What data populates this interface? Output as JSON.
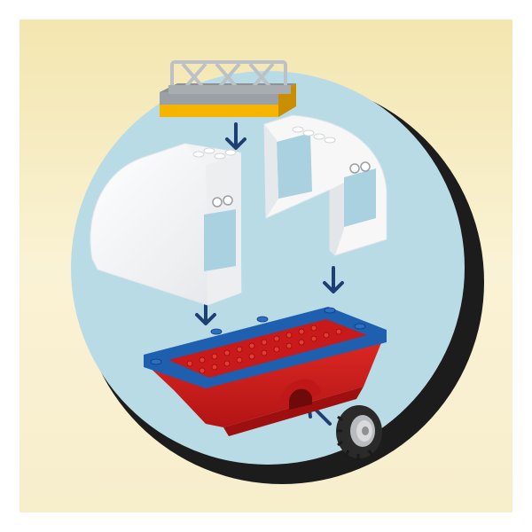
{
  "image": {
    "kind": "product-assembly-illustration",
    "colors": {
      "frame": "#ffffff",
      "backdrop_light": "#faf2d4",
      "backdrop_warm": "#f3e6b0",
      "circle_fill": "#b9dbe6",
      "circle_shadow": "#1c1c1c",
      "arrow": "#1e3f73",
      "shell_white": "#f7f7f7",
      "shell_shade": "#d9dde0",
      "window_blue": "#a9d1e0",
      "hull_red": "#d51f1f",
      "hull_red_dark": "#9e1010",
      "hull_blue": "#1f5fb0",
      "rack_grey": "#9aa0a5",
      "plate_yellow": "#f4b400",
      "tire_black": "#2a2a2a",
      "hub_grey": "#b9bcbf"
    },
    "parts": [
      "roof-rack",
      "left-camper-shell",
      "right-camper-shell",
      "camper-base",
      "wheel"
    ],
    "arrow_count": 4
  }
}
